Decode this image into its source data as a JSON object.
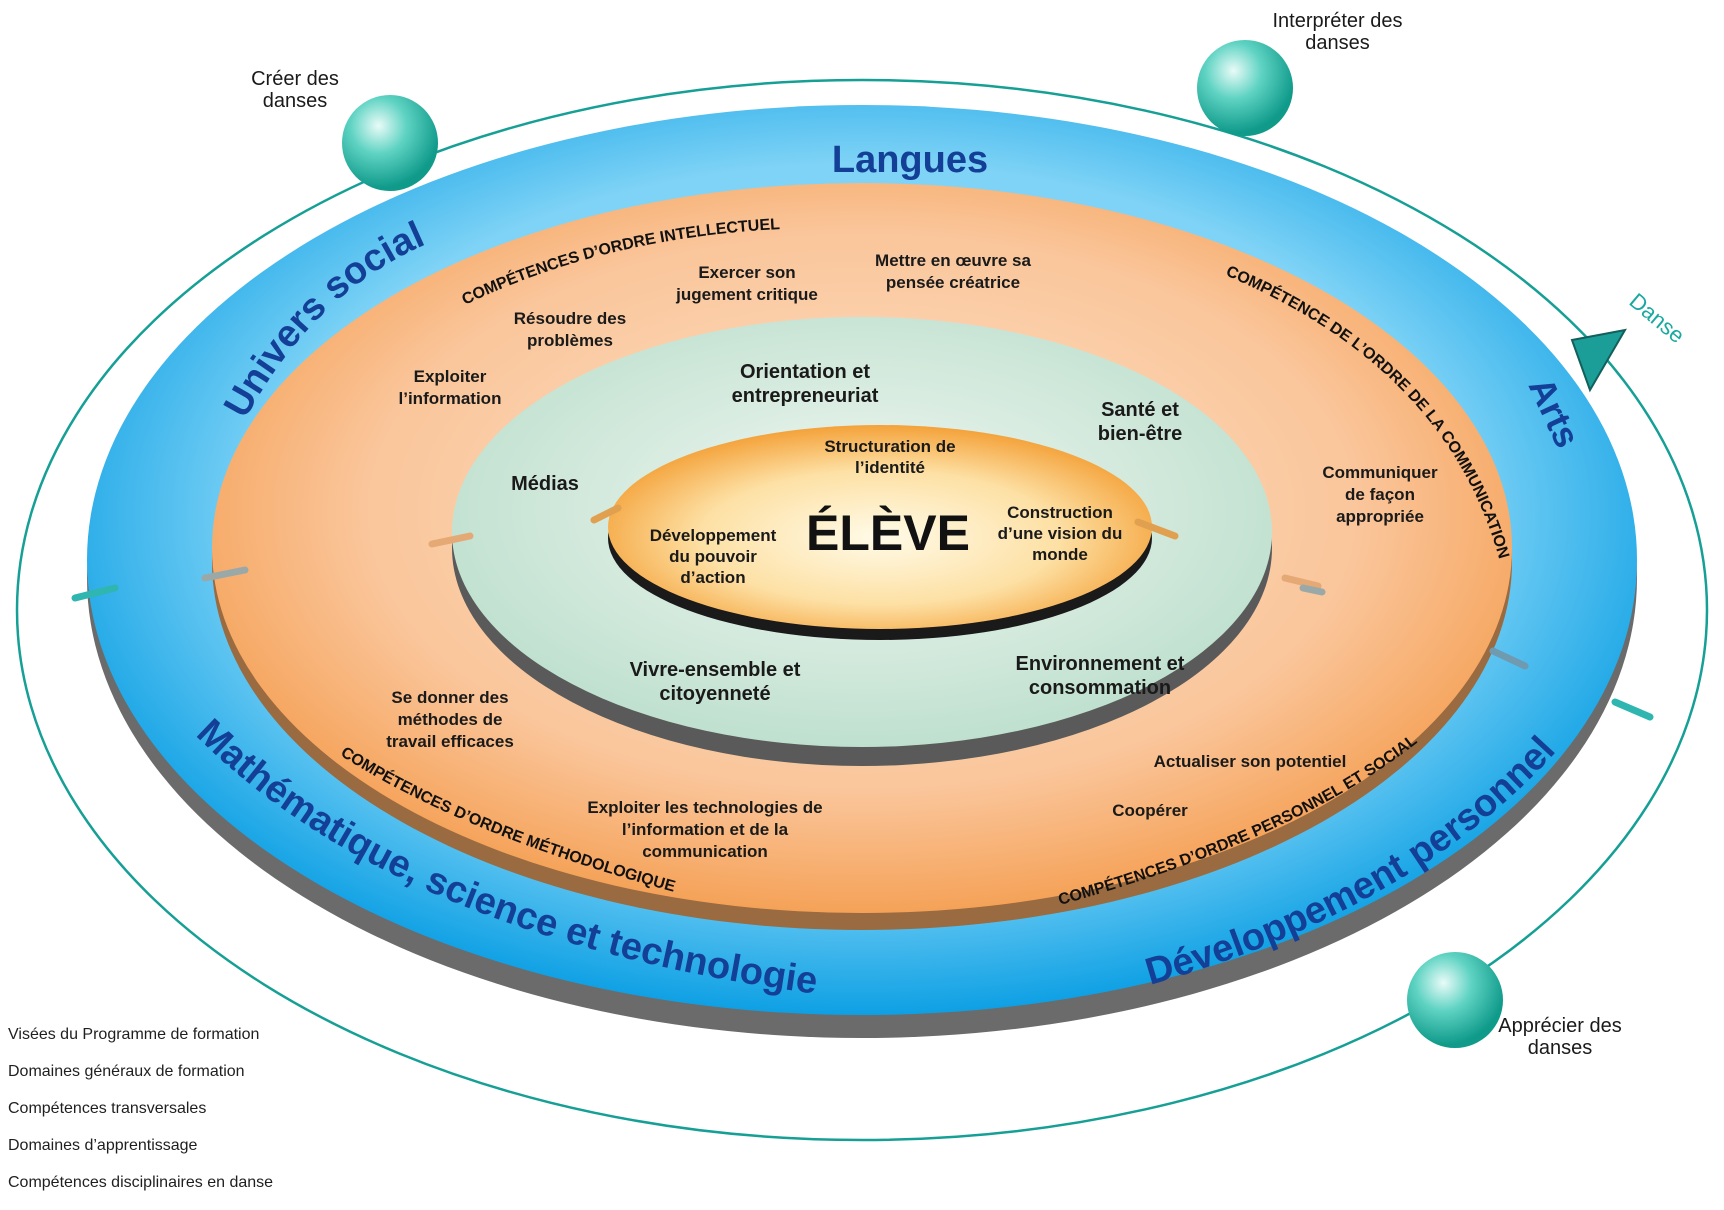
{
  "center": {
    "label": "ÉLÈVE"
  },
  "visees": [
    {
      "label": "Structuration de l’identité"
    },
    {
      "label": "Développement du pouvoir d’action"
    },
    {
      "label": "Construction d’une vision du monde"
    }
  ],
  "domaines_generaux": [
    {
      "label": "Orientation et entrepreneuriat"
    },
    {
      "label": "Médias"
    },
    {
      "label": "Santé et bien-être"
    },
    {
      "label": "Vivre-ensemble et citoyenneté"
    },
    {
      "label": "Environnement et consommation"
    }
  ],
  "competences_transversales": {
    "groups": [
      {
        "title": "COMPÉTENCES D’ORDRE INTELLECTUEL"
      },
      {
        "title": "COMPÉTENCE DE L’ORDRE DE LA COMMUNICATION"
      },
      {
        "title": "COMPÉTENCES D’ORDRE MÉTHODOLOGIQUE"
      },
      {
        "title": "COMPÉTENCES D’ORDRE PERSONNEL ET SOCIAL"
      }
    ],
    "items": [
      {
        "label": "Exercer son jugement critique"
      },
      {
        "label": "Mettre en œuvre sa pensée créatrice"
      },
      {
        "label": "Résoudre des problèmes"
      },
      {
        "label": "Exploiter l’information"
      },
      {
        "label": "Communiquer de façon appropriée"
      },
      {
        "label": "Se donner des méthodes de travail efficaces"
      },
      {
        "label": "Exploiter les technologies de l’information et de la communication"
      },
      {
        "label": "Actualiser son potentiel"
      },
      {
        "label": "Coopérer"
      }
    ]
  },
  "domaines_apprentissage": [
    {
      "label": "Langues"
    },
    {
      "label": "Univers social"
    },
    {
      "label": "Arts"
    },
    {
      "label": "Mathématique, science et technologie"
    },
    {
      "label": "Développement personnel"
    }
  ],
  "danse_marker": {
    "label": "Danse"
  },
  "competences_danse": [
    {
      "label": "Créer des danses"
    },
    {
      "label": "Interpréter des danses"
    },
    {
      "label": "Apprécier des danses"
    }
  ],
  "legend": [
    {
      "label": "Visées du Programme de formation"
    },
    {
      "label": "Domaines généraux de formation"
    },
    {
      "label": "Compétences transversales"
    },
    {
      "label": "Domaines d’apprentissage"
    },
    {
      "label": "Compétences disciplinaires en danse"
    }
  ],
  "colors": {
    "outer_ring": "#1aa5e6",
    "transversal_ring": "#f7b98a",
    "general_domains": "#d8ecdf",
    "center": "#f7ad4a",
    "learning_text": "#143f96",
    "orbit": "#159f95",
    "sphere": "#3cc4b4"
  }
}
